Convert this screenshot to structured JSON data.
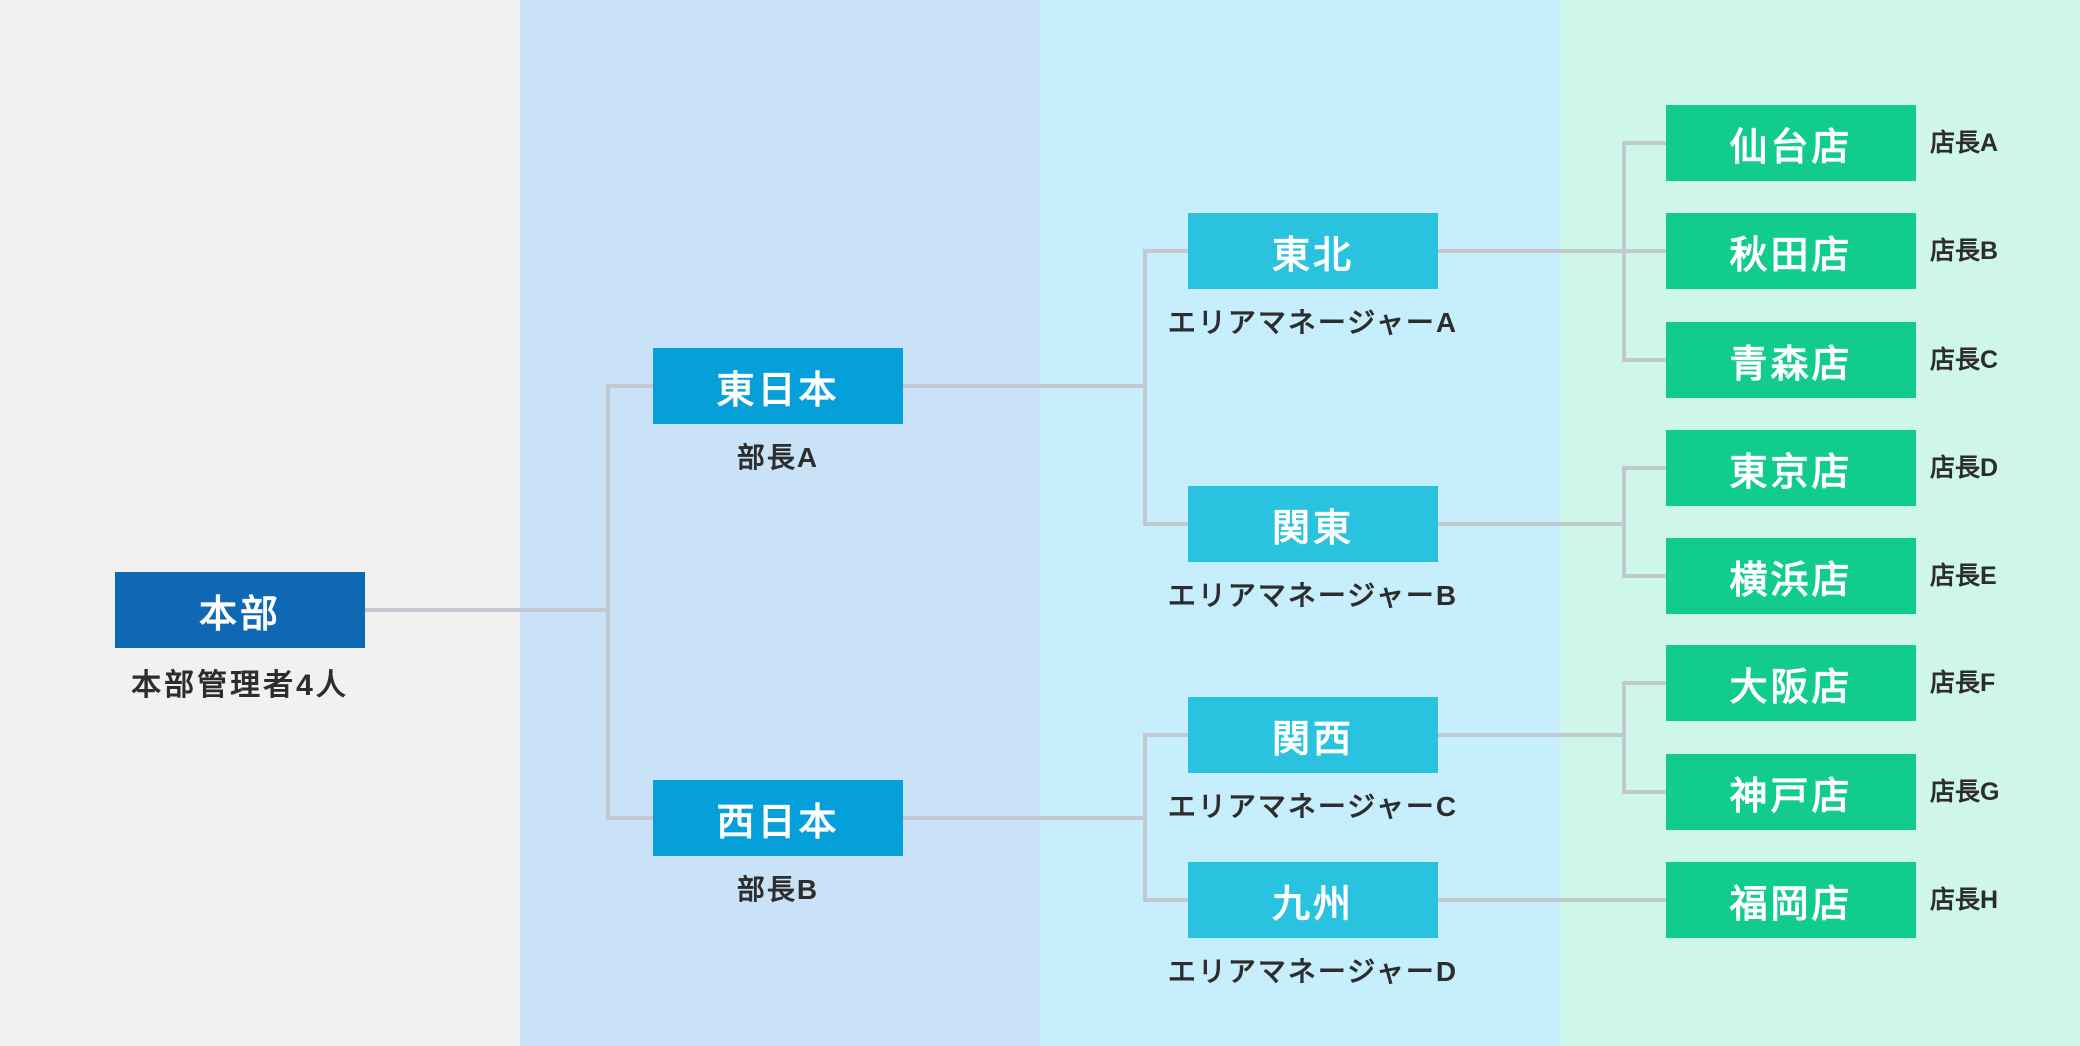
{
  "palette": {
    "column_backgrounds": [
      "#f1f1f2",
      "#c9e2f8",
      "#c6eefc",
      "#cff7e9"
    ],
    "root_box": "#0e68b4",
    "division_box": "#059fd9",
    "area_box": "#29c3e0",
    "store_box": "#12cb8e",
    "connector_line": "#c2c8d0",
    "box_text": "#ffffff",
    "label_text": "#2d2d2d"
  },
  "org": {
    "root": {
      "label": "本部",
      "sublabel": "本部管理者4人"
    },
    "divisions": [
      {
        "label": "東日本",
        "sublabel": "部長A"
      },
      {
        "label": "西日本",
        "sublabel": "部長B"
      }
    ],
    "areas": [
      {
        "label": "東北",
        "sublabel": "エリアマネージャーA"
      },
      {
        "label": "関東",
        "sublabel": "エリアマネージャーB"
      },
      {
        "label": "関西",
        "sublabel": "エリアマネージャーC"
      },
      {
        "label": "九州",
        "sublabel": "エリアマネージャーD"
      }
    ],
    "stores": [
      {
        "label": "仙台店",
        "manager": "店長A"
      },
      {
        "label": "秋田店",
        "manager": "店長B"
      },
      {
        "label": "青森店",
        "manager": "店長C"
      },
      {
        "label": "東京店",
        "manager": "店長D"
      },
      {
        "label": "横浜店",
        "manager": "店長E"
      },
      {
        "label": "大阪店",
        "manager": "店長F"
      },
      {
        "label": "神戸店",
        "manager": "店長G"
      },
      {
        "label": "福岡店",
        "manager": "店長H"
      }
    ]
  }
}
